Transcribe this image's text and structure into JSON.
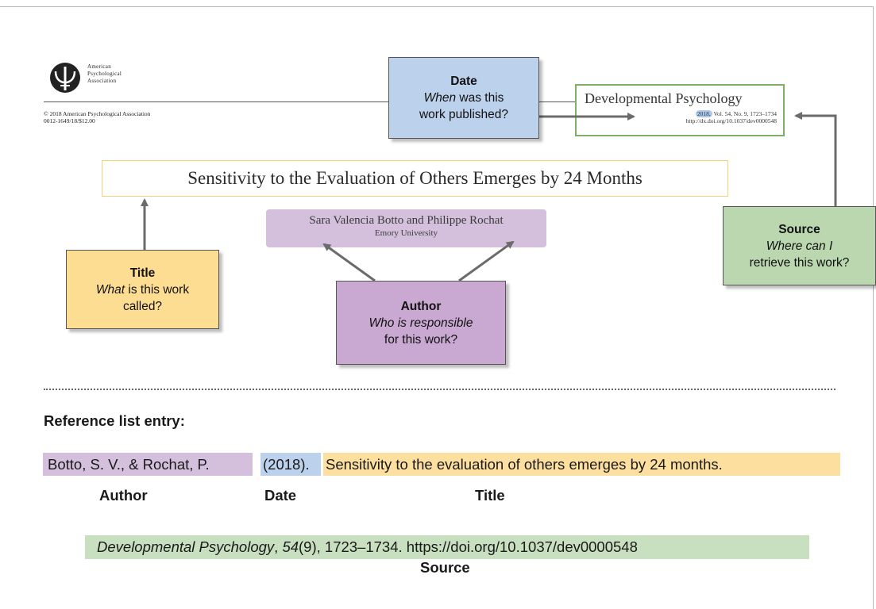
{
  "apa": {
    "org_line1": "American",
    "org_line2": "Psychological",
    "org_line3": "Association",
    "copyright_line1": "© 2018 American Psychological Association",
    "copyright_line2": "0012-1649/18/$12.00"
  },
  "journal": {
    "name": "Developmental Psychology",
    "year": "2018,",
    "volume_info": " Vol. 54, No. 9, 1723–1734",
    "doi_url": "http://dx.doi.org/10.1037/dev0000548"
  },
  "article": {
    "title": "Sensitivity to the Evaluation of Others Emerges by 24 Months",
    "authors": "Sara Valencia Botto and Philippe Rochat",
    "affiliation": "Emory University"
  },
  "callouts": {
    "date": {
      "heading": "Date",
      "q_em": "When",
      "q_rest": " was this",
      "q_line2": "work published?"
    },
    "title": {
      "heading": "Title",
      "q_em": "What",
      "q_rest": " is this work",
      "q_line2": "called?"
    },
    "author": {
      "heading": "Author",
      "q_line1": "Who is responsible",
      "q_line2": "for this work?"
    },
    "source": {
      "heading": "Source",
      "q_line1": "Where can I",
      "q_line2": "retrieve this work?"
    }
  },
  "reference": {
    "heading": "Reference list entry:",
    "author": "Botto, S. V., & Rochat, P.",
    "date": "(2018).",
    "title": "Sensitivity to the evaluation of others emerges by 24 months.",
    "journal": "Developmental Psychology",
    "sep1": ", ",
    "volume": "54",
    "issue_pages": "(9), 1723–1734. https://doi.org/10.1037/dev0000548",
    "labels": {
      "author": "Author",
      "date": "Date",
      "title": "Title",
      "source": "Source"
    }
  },
  "colors": {
    "author": "#c9a9d2",
    "date": "#bcd2ec",
    "title": "#fddd92",
    "source": "#bad7b0",
    "journal_border": "#7fb069"
  },
  "icons": [
    "apa-logo-icon"
  ]
}
